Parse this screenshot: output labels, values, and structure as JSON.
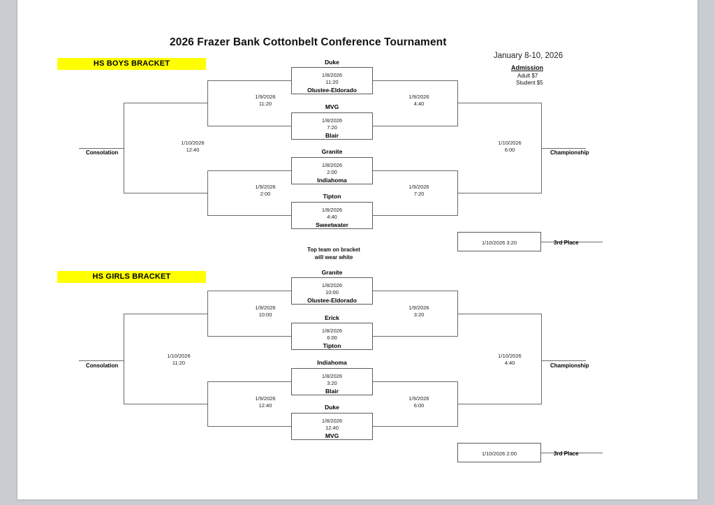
{
  "header": {
    "title": "2026 Frazer Bank Cottonbelt Conference Tournament",
    "dates": "January 8-10, 2026",
    "admission_heading": "Admission",
    "admission_adult": "Adult $7",
    "admission_student": "Student $5"
  },
  "note": {
    "line1": "Top team on bracket",
    "line2": "will wear white"
  },
  "colors": {
    "highlight": "#ffff00",
    "line": "#6a6a6a",
    "page": "#ffffff"
  },
  "boys": {
    "banner": "HS BOYS BRACKET",
    "consolation_label": "Consolation",
    "championship_label": "Championship",
    "third_place_label": "3rd Place",
    "quarterfinals": [
      {
        "top": "Duke",
        "date": "1/8/2026",
        "time": "11:20",
        "bottom": "Olustee-Eldorado"
      },
      {
        "top": "MVG",
        "date": "1/8/2026",
        "time": "7:20",
        "bottom": "Blair"
      },
      {
        "top": "Granite",
        "date": "1/8/2026",
        "time": "2:00",
        "bottom": "Indiahoma"
      },
      {
        "top": "Tipton",
        "date": "1/8/2026",
        "time": "4:40",
        "bottom": "Sweetwater"
      }
    ],
    "semifinals_left": [
      {
        "date": "1/9/2026",
        "time": "11:20"
      },
      {
        "date": "1/9/2026",
        "time": "2:00"
      }
    ],
    "semifinals_right": [
      {
        "date": "1/9/2026",
        "time": "4:40"
      },
      {
        "date": "1/9/2026",
        "time": "7:20"
      }
    ],
    "consolation": {
      "date": "1/10/2026",
      "time": "12:40"
    },
    "championship": {
      "date": "1/10/2026",
      "time": "6:00"
    },
    "third_place": {
      "datetime": "1/10/2026 3:20"
    }
  },
  "girls": {
    "banner": "HS GIRLS BRACKET",
    "consolation_label": "Consolation",
    "championship_label": "Championship",
    "third_place_label": "3rd Place",
    "quarterfinals": [
      {
        "top": "Granite",
        "date": "1/8/2026",
        "time": "10:00",
        "bottom": "Olustee-Eldorado"
      },
      {
        "top": "Erick",
        "date": "1/8/2026",
        "time": "6:00",
        "bottom": "Tipton"
      },
      {
        "top": "Indiahoma",
        "date": "1/8/2026",
        "time": "3:20",
        "bottom": "Blair"
      },
      {
        "top": "Duke",
        "date": "1/8/2026",
        "time": "12:40",
        "bottom": "MVG"
      }
    ],
    "semifinals_left": [
      {
        "date": "1/9/2026",
        "time": "10:00"
      },
      {
        "date": "1/9/2026",
        "time": "12:40"
      }
    ],
    "semifinals_right": [
      {
        "date": "1/9/2026",
        "time": "3:20"
      },
      {
        "date": "1/9/2026",
        "time": "6:00"
      }
    ],
    "consolation": {
      "date": "1/10/2026",
      "time": "11:20"
    },
    "championship": {
      "date": "1/10/2026",
      "time": "4:40"
    },
    "third_place": {
      "datetime": "1/10/2026 2:00"
    }
  }
}
